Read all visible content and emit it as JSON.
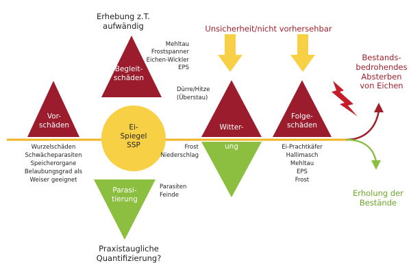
{
  "annotations": {
    "erhebung_line1": "Erhebung z.T.",
    "erhebung_line2": "aufwändig",
    "unsicherheit": "Unsicherheit/nicht vorhersehbar",
    "praxis_line1": "Praxistaugliche",
    "praxis_line2": "Quantifizierung?"
  },
  "nodes": {
    "vorschaeden": {
      "line1": "Vor-",
      "line2": "schäden"
    },
    "begleitschaeden": {
      "line1": "Begleit-",
      "line2": "schäden"
    },
    "eispiegel": {
      "line1": "Ei-",
      "line2": "Spiegel",
      "line3": "SSP"
    },
    "parasitierung": {
      "line1": "Parasi-",
      "line2": "tierung"
    },
    "witterung": {
      "line1": "Witter-",
      "line2": "ung"
    },
    "folgeschaeden": {
      "line1": "Folge-",
      "line2": "schäden"
    }
  },
  "lists": {
    "begleit": [
      "Mehltau",
      "Frostspanner",
      "Eichen-Wickler",
      "EPS"
    ],
    "vor": [
      "Wurzelschäden",
      "Schwächeparasiten",
      "Speicherorgane",
      "Belaubungsgrad als",
      "Weiser geeignet"
    ],
    "witterung_top": [
      "Dürre/Hitze",
      "(Überstau)"
    ],
    "witterung_bottom": [
      "Frost",
      "Niederschlag"
    ],
    "parasiten": [
      "Parasiten",
      "Feinde"
    ],
    "folge": [
      "Ei-Prachtkäfer",
      "Hallimasch",
      "Mehltau",
      "EPS",
      "Frost"
    ]
  },
  "outcomes": {
    "absterben": [
      "Bestands-",
      "bedrohendes",
      "Absterben",
      "von Eichen"
    ],
    "erholung": [
      "Erholung der",
      "Bestände"
    ]
  },
  "colors": {
    "dark_red": "#a01f2c",
    "green": "#8cbf3f",
    "yellow": "#f7d046",
    "orange_line": "#f0b323",
    "arrow_yellow": "#f7d046",
    "bolt_red": "#c41e2c"
  }
}
